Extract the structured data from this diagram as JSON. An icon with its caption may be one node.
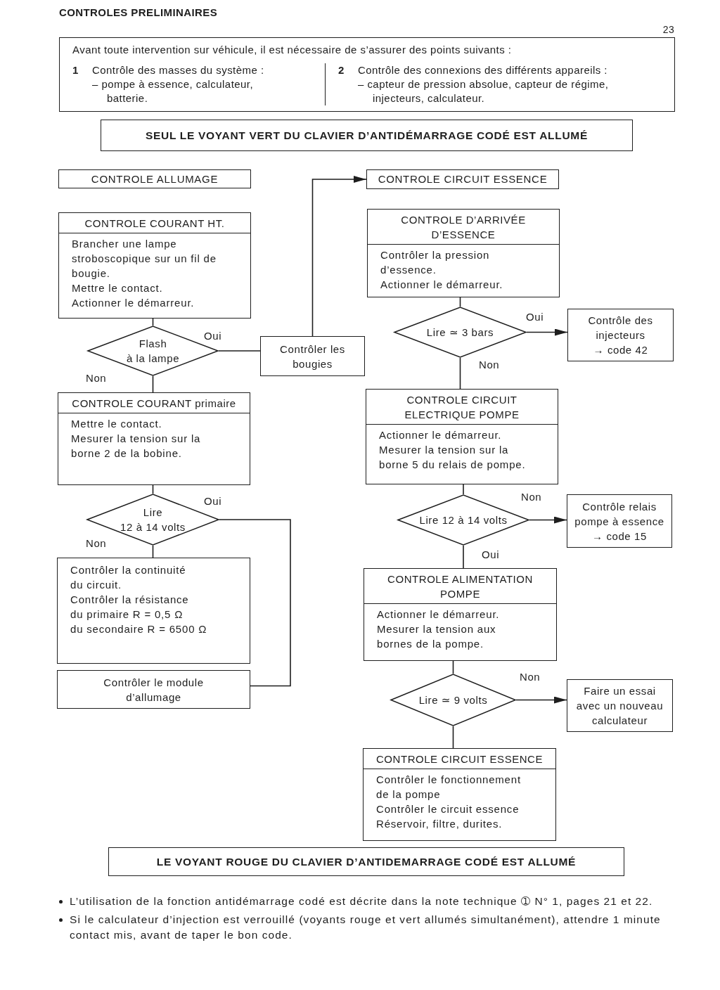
{
  "diagram": {
    "title": "CONTROLES PRELIMINAIRES",
    "nodes": [
      {
        "text": [
          "Avant toute intervention sur véhicule, il est nécessaire de s’assurer des points suivants :",
          "1",
          "Contrôle des masses du système :",
          "– pompe à essence, calculateur, batterie.",
          "2",
          "Contrôle des connexions des différents appareils :",
          "– capteur de pression absolue, capteur de régime, injecteurs, calculateur."
        ]
      },
      {
        "text": [
          "SEUL LE VOYANT VERT DU CLAVIER D’ANTIDÉMARRAGE CODÉ EST ALLUMÉ"
        ]
      },
      {
        "text": [
          "CONTROLE ALLUMAGE"
        ]
      },
      {
        "text": [
          "CONTROLE COURANT HT.",
          "Brancher une lampe stroboscopique sur un fil de bougie.",
          "Mettre le contact.",
          "Actionner le démarreur."
        ]
      },
      {
        "text": [
          "Flash",
          "à la lampe"
        ]
      },
      {
        "text": [
          "Contrôler les bougies"
        ]
      },
      {
        "text": [
          "CONTROLE COURANT primaire",
          "Mettre le contact.",
          "Mesurer la tension sur la borne 2 de la bobine."
        ]
      },
      {
        "text": [
          "Lire",
          "12 à 14 volts"
        ]
      },
      {
        "text": [
          "Contrôler la continuité du circuit.",
          "Contrôler la résistance",
          "du primaire R = 0,5 Ω",
          "du secondaire R = 6500 Ω"
        ]
      },
      {
        "text": [
          "Contrôler le module d’allumage"
        ]
      },
      {
        "text": [
          "CONTROLE CIRCUIT ESSENCE"
        ]
      },
      {
        "text": [
          "CONTROLE D’ARRIVÉE D’ESSENCE",
          "Contrôler la pression d’essence.",
          "Actionner le démarreur."
        ]
      },
      {
        "text": [
          "Lire ≃ 3 bars"
        ]
      },
      {
        "text": [
          "Contrôle des injecteurs",
          "→ code 42"
        ]
      },
      {
        "text": [
          "CONTROLE CIRCUIT ELECTRIQUE POMPE",
          "Actionner le démarreur.",
          "Mesurer la tension sur la borne 5 du relais de pompe."
        ]
      },
      {
        "text": [
          "Lire 12 à 14 volts"
        ]
      },
      {
        "text": [
          "Contrôle relais pompe à essence",
          "→ code 15"
        ]
      },
      {
        "text": [
          "CONTROLE ALIMENTATION POMPE",
          "Actionner le démarreur.",
          "Mesurer la tension aux bornes de la pompe."
        ]
      },
      {
        "text": [
          "Lire ≃ 9 volts"
        ]
      },
      {
        "text": [
          "Faire un essai avec un nouveau calculateur"
        ]
      },
      {
        "text": [
          "CONTROLE CIRCUIT ESSENCE",
          "Contrôler le fonctionnement de la pompe",
          "Contrôler le circuit essence",
          "Réservoir, filtre, durites."
        ]
      },
      {
        "text": [
          "LE VOYANT ROUGE DU CLAVIER D’ANTIDEMARRAGE CODÉ EST ALLUMÉ"
        ]
      }
    ],
    "edges": [
      {
        "from": 3,
        "to": 4,
        "arrow": "none"
      },
      {
        "from": 4,
        "to": 5,
        "arrow": "none",
        "label": "Oui"
      },
      {
        "from": 4,
        "to": 6,
        "arrow": "none",
        "label": "Non"
      },
      {
        "from": 5,
        "to": 10,
        "arrow": "to"
      },
      {
        "from": 6,
        "to": 7,
        "arrow": "none"
      },
      {
        "from": 7,
        "to": 8,
        "arrow": "none",
        "label": "Non"
      },
      {
        "from": 7,
        "to": 9,
        "arrow": "none",
        "label": "Oui"
      },
      {
        "from": 11,
        "to": 12,
        "arrow": "none"
      },
      {
        "from": 12,
        "to": 13,
        "arrow": "to",
        "label": "Oui"
      },
      {
        "from": 12,
        "to": 14,
        "arrow": "none",
        "label": "Non"
      },
      {
        "from": 14,
        "to": 15,
        "arrow": "none"
      },
      {
        "from": 15,
        "to": 16,
        "arrow": "to",
        "label": "Non"
      },
      {
        "from": 15,
        "to": 17,
        "arrow": "none",
        "label": "Oui"
      },
      {
        "from": 17,
        "to": 18,
        "arrow": "none"
      },
      {
        "from": 18,
        "to": 19,
        "arrow": "to",
        "label": "Non"
      },
      {
        "from": 18,
        "to": 20,
        "arrow": "none"
      }
    ],
    "labels": [
      "23",
      "L’utilisation de la fonction antidémarrage codé est décrite dans la note technique ➀ N° 1, pages 21 et 22.",
      "Si le calculateur d’injection est verrouillé (voyants rouge et vert allumés simultanément), attendre 1 minute contact mis, avant de taper le bon code."
    ]
  }
}
